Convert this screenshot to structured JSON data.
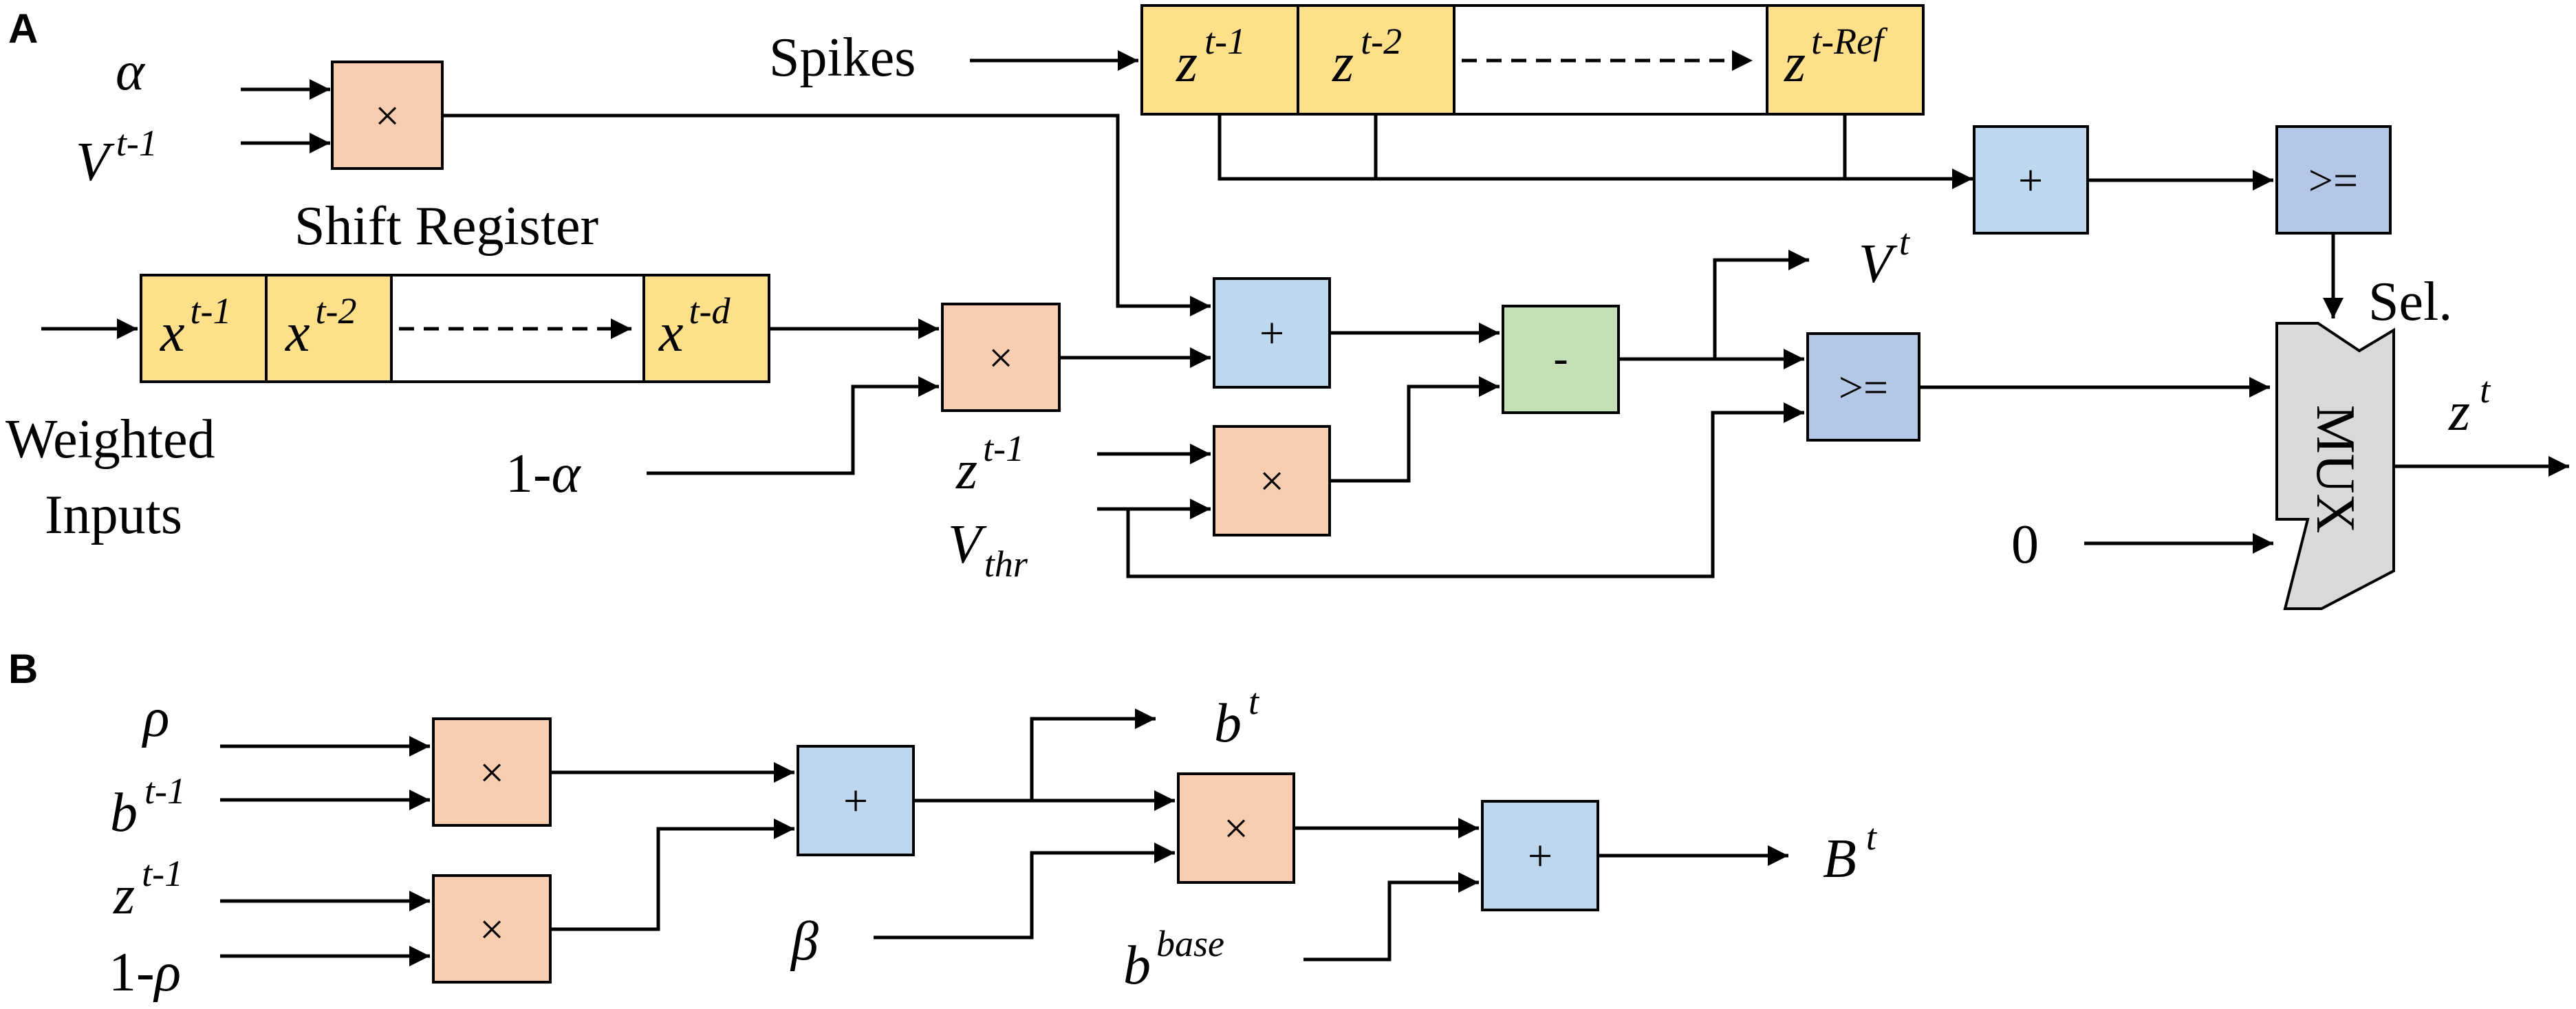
{
  "panels": {
    "a": "A",
    "b": "B"
  },
  "colors": {
    "register": "#fde089",
    "multiply": "#f8cdb0",
    "add": "#bdd7ee",
    "subtract": "#c5e0b4",
    "compare": "#b4c7e7",
    "mux": "#d9d9d9"
  },
  "ops": {
    "mul": "×",
    "add": "+",
    "sub": "-",
    "cmp": ">="
  },
  "panel_a": {
    "alpha": "α",
    "v": "V",
    "v_prev_sup": "t-1",
    "spikes": "Spikes",
    "z_prev1": "z",
    "z_prev1_sup": "t-1",
    "z_prev2": "z",
    "z_prev2_sup": "t-2",
    "z_ref": "z",
    "z_ref_sup": "t-Ref",
    "shift_register": "Shift Register",
    "x_prev1": "x",
    "x_prev1_sup": "t-1",
    "x_prev2": "x",
    "x_prev2_sup": "t-2",
    "x_d": "x",
    "x_d_sup": "t-d",
    "weighted": "Weighted",
    "inputs": "Inputs",
    "one_minus": "1-",
    "alpha2": "α",
    "z_in": "z",
    "z_in_sup": "t-1",
    "vthr": "V",
    "vthr_sub": "thr",
    "vt": "V",
    "vt_sup": "t",
    "sel": "Sel.",
    "mux": "MUX",
    "zero": "0",
    "zt": "z",
    "zt_sup": "t"
  },
  "panel_b": {
    "rho": "ρ",
    "b_prev": "b",
    "b_prev_sup": "t-1",
    "z_prev": "z",
    "z_prev_sup": "t-1",
    "one_minus": "1-",
    "rho2": "ρ",
    "bt": "b",
    "bt_sup": "t",
    "beta": "β",
    "bbase": "b",
    "bbase_sup": "base",
    "Bt": "B",
    "Bt_sup": "t"
  }
}
